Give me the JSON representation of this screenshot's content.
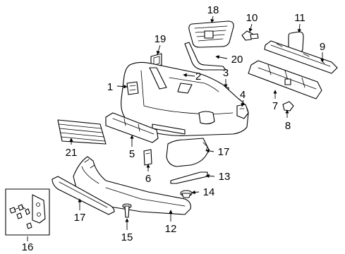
{
  "diagram": {
    "callouts": [
      "1",
      "2",
      "3",
      "4",
      "5",
      "6",
      "7",
      "8",
      "9",
      "10",
      "11",
      "12",
      "13",
      "14",
      "15",
      "16",
      "17",
      "17",
      "18",
      "19",
      "20",
      "21"
    ]
  }
}
